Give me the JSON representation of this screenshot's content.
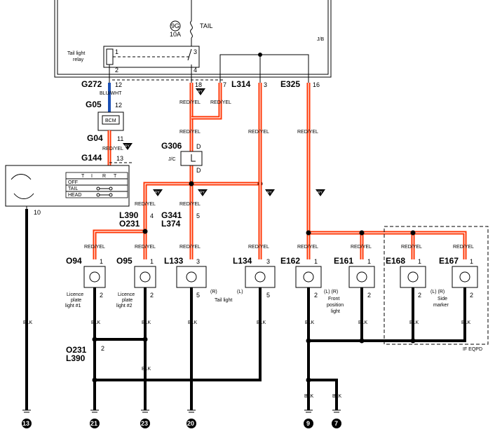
{
  "fuse": {
    "code": "9G",
    "name": "TAIL",
    "rating": "10A"
  },
  "jb_label": "J/B",
  "relay_label_1": "Tail light",
  "relay_label_2": "relay",
  "relay_pins": [
    "1",
    "3",
    "2",
    "4"
  ],
  "connectors": {
    "g272": "G272",
    "g272_pin": "12",
    "g05": "G05",
    "g05_pin": "12",
    "g04": "G04",
    "g04_pin": "11",
    "g144": "G144",
    "g144_pin": "13",
    "g306": "G306",
    "g306_top": "D",
    "g306_bot": "D",
    "l314": "L314",
    "l314_pin": "3",
    "e325": "E325",
    "e325_pin": "16",
    "top_18": "18",
    "top_7": "7",
    "l390": "L390",
    "l390_pin": "4",
    "o231": "O231",
    "g341": "G341",
    "g341_pin": "5",
    "l374": "L374",
    "o231b": "O231",
    "o231b_pin": "2",
    "l390b": "L390",
    "sw_pin": "10"
  },
  "bcm_label": "BCM",
  "jc_label": "J/C",
  "wire_colors": {
    "blu_wht": "BLU/WHT",
    "red_yel": "RED/YEL",
    "blk": "BLK"
  },
  "badge": "RY",
  "switch_rows": [
    "OFF",
    "TAIL",
    "HEAD"
  ],
  "switch_cols": [
    "T",
    "I",
    "R",
    "T"
  ],
  "lamps": [
    {
      "code": "O94",
      "pin_top": "1",
      "pin_bot": "2",
      "desc": [
        "Licence",
        "plate",
        "light #1"
      ]
    },
    {
      "code": "O95",
      "pin_top": "1",
      "pin_bot": "2",
      "desc": [
        "Licence",
        "plate",
        "light #2"
      ]
    },
    {
      "code": "L133",
      "pin_top": "3",
      "pin_bot": "5",
      "side": "(R)"
    },
    {
      "code": "L134",
      "pin_top": "3",
      "pin_bot": "5",
      "side": "(L)"
    },
    {
      "code": "E162",
      "pin_top": "1",
      "pin_bot": "2"
    },
    {
      "code": "E161",
      "pin_top": "1",
      "pin_bot": "2"
    },
    {
      "code": "E168",
      "pin_top": "1",
      "pin_bot": "2"
    },
    {
      "code": "E167",
      "pin_top": "1",
      "pin_bot": "2"
    }
  ],
  "tail_light": "Tail light",
  "front_pos": [
    "(L)  (R)",
    "Front",
    "position",
    "light"
  ],
  "side_marker": [
    "(L)  (R)",
    "Side",
    "marker"
  ],
  "if_eqpd": "IF EQPD",
  "grounds": [
    "13",
    "21",
    "23",
    "20",
    "9",
    "7"
  ]
}
